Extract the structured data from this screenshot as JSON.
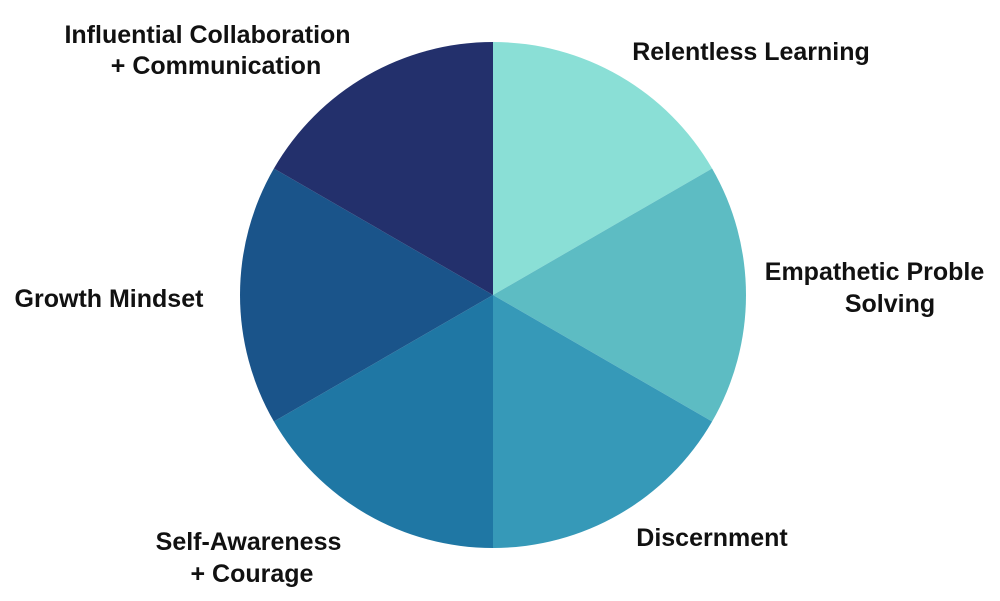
{
  "chart_data": {
    "type": "pie",
    "title": "",
    "slices": [
      {
        "label": "Relentless Learning",
        "value": 1,
        "color": "#8ADFD6"
      },
      {
        "label": "Empathetic Proble Solving",
        "value": 1,
        "color": "#5DBCC3"
      },
      {
        "label": "Discernment",
        "value": 1,
        "color": "#3699B8"
      },
      {
        "label": "Self-Awareness + Courage",
        "value": 1,
        "color": "#1F77A4"
      },
      {
        "label": "Growth Mindset",
        "value": 1,
        "color": "#1A548A"
      },
      {
        "label": "Influential Collaboration + Communication",
        "value": 1,
        "color": "#23306C"
      }
    ],
    "legend": "none",
    "start_angle": "12 o'clock, clockwise"
  },
  "labels": {
    "relentless": [
      "Relentless Learning"
    ],
    "empathetic": [
      "Empathetic Proble",
      "Solving"
    ],
    "discernment": [
      "Discernment"
    ],
    "self_awareness": [
      "Self-Awareness",
      "+ Courage"
    ],
    "growth": [
      "Growth Mindset"
    ],
    "influential": [
      "Influential Collaboration",
      "+ Communication"
    ]
  }
}
